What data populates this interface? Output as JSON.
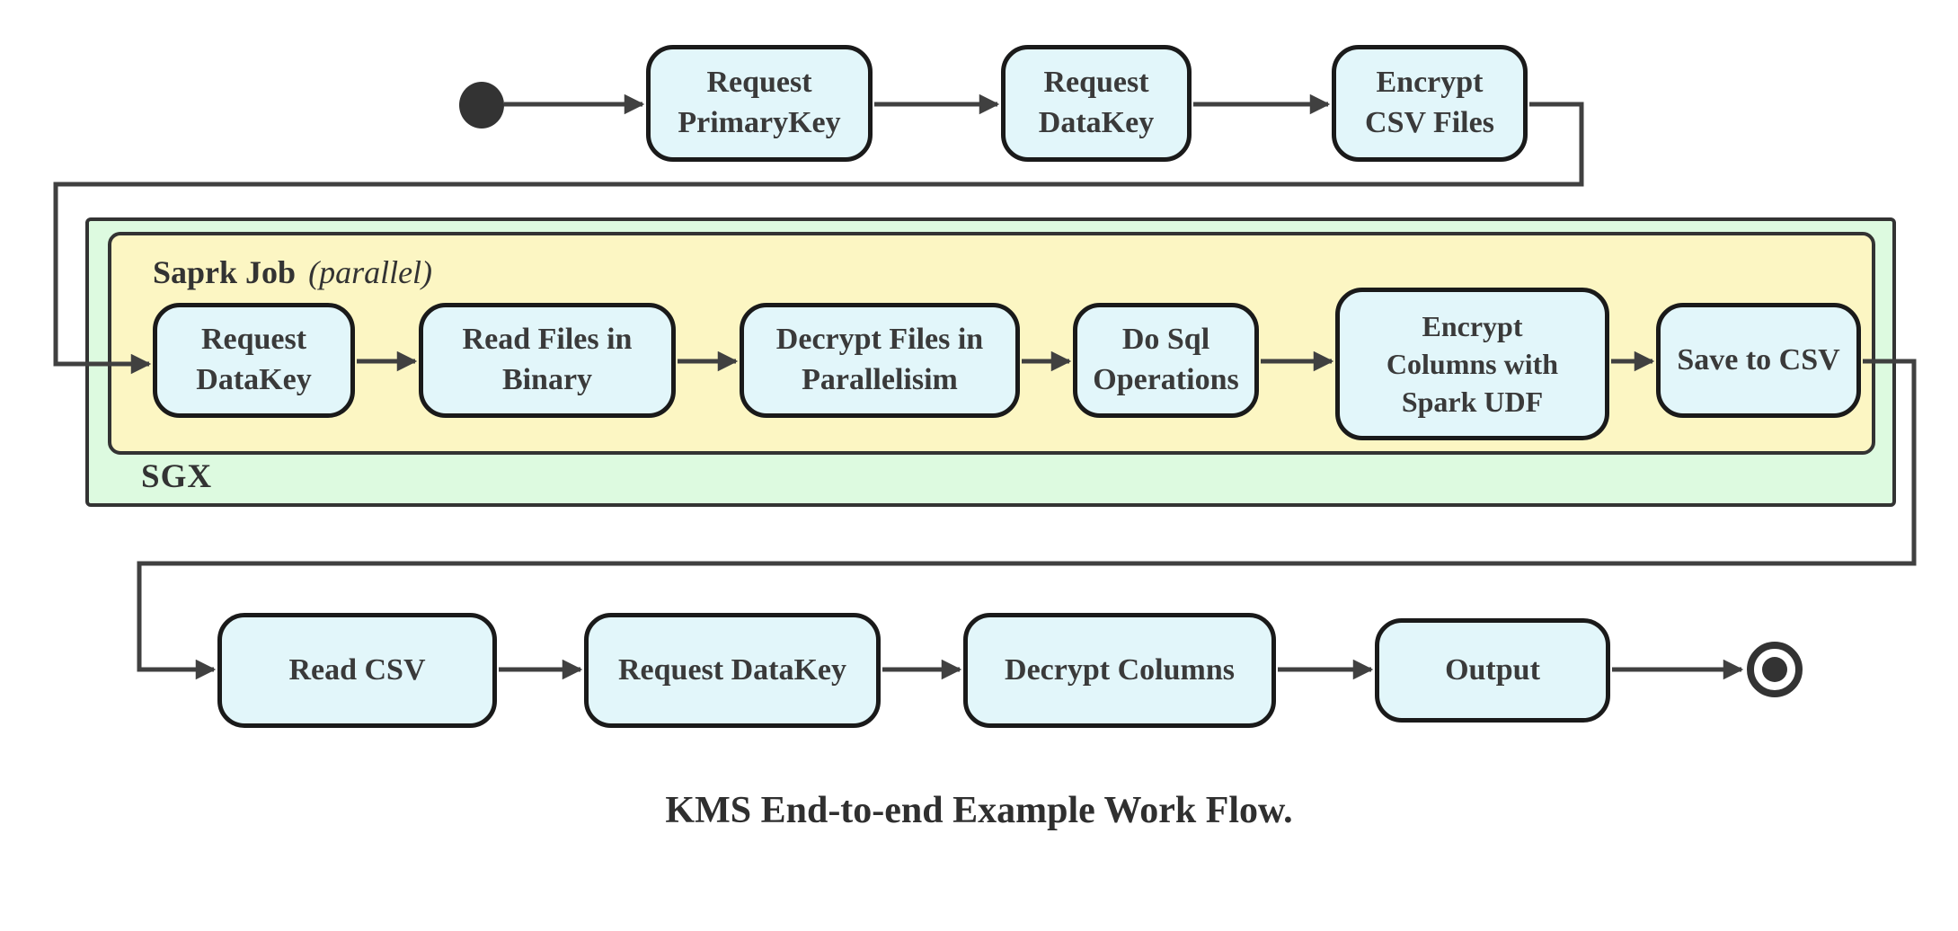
{
  "caption": "KMS End-to-end Example Work Flow.",
  "colors": {
    "node_fill": "#e2f6fa",
    "node_border": "#1a1a1a",
    "sgx_container_fill": "#ddfae0",
    "spark_container_fill": "#fcf6c3",
    "container_border": "#333333",
    "connector": "#404040",
    "text": "#3a3a3a",
    "start_state": "#333333"
  },
  "containers": {
    "sgx_label": "SGX",
    "spark_label": "Saprk Job",
    "spark_label_suffix": "(parallel)"
  },
  "nodes": {
    "top": [
      {
        "label": "Request\nPrimaryKey"
      },
      {
        "label": "Request\nDataKey"
      },
      {
        "label": "Encrypt\nCSV Files"
      }
    ],
    "middle": [
      {
        "label": "Request\nDataKey"
      },
      {
        "label": "Read Files in\nBinary"
      },
      {
        "label": "Decrypt Files in\nParallelisim"
      },
      {
        "label": "Do Sql\nOperations"
      },
      {
        "label": "Encrypt\nColumns with\nSpark UDF"
      },
      {
        "label": "Save to CSV"
      }
    ],
    "bottom": [
      {
        "label": "Read CSV"
      },
      {
        "label": "Request DataKey"
      },
      {
        "label": "Decrypt Columns"
      },
      {
        "label": "Output"
      }
    ]
  },
  "symbols": {
    "start": "initial-state",
    "end": "final-state"
  }
}
